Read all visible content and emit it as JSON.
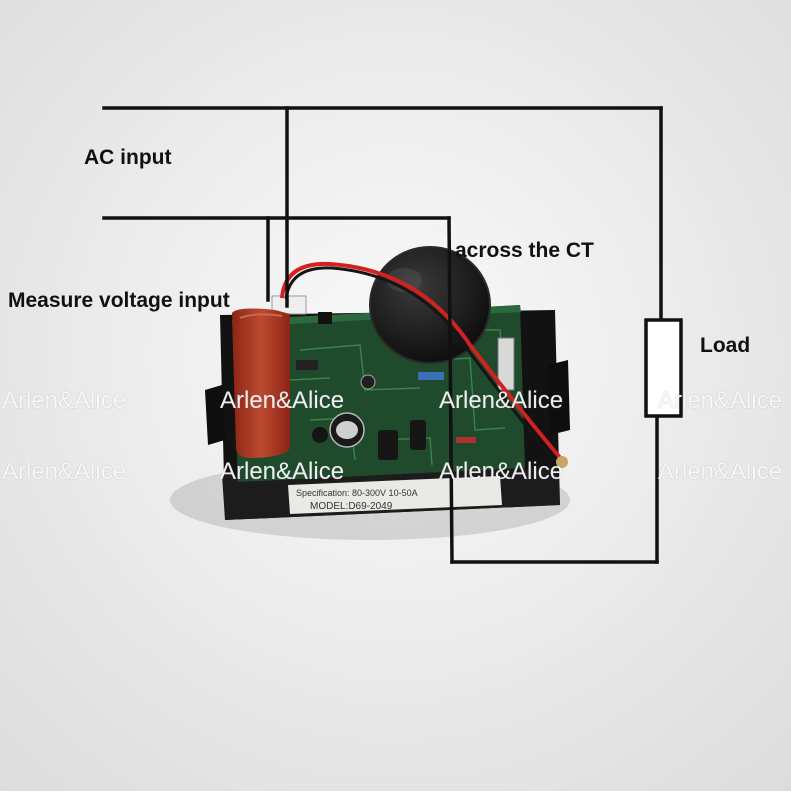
{
  "labels": {
    "ac_input": "AC input",
    "measure_voltage_input": "Measure voltage input",
    "across_ct": "across the CT",
    "load": "Load"
  },
  "watermark": "Arlen&Alice",
  "module_sticker": {
    "line1": "Specification:  80-300V  10-50A",
    "line2": "MODEL:D69-2049"
  },
  "colors": {
    "wire": "#111111",
    "pcb": "#1f4a2c",
    "case": "#151515",
    "capacitor": "#a8321f",
    "ct_coil": "#141414",
    "lead_red": "#d32020"
  }
}
